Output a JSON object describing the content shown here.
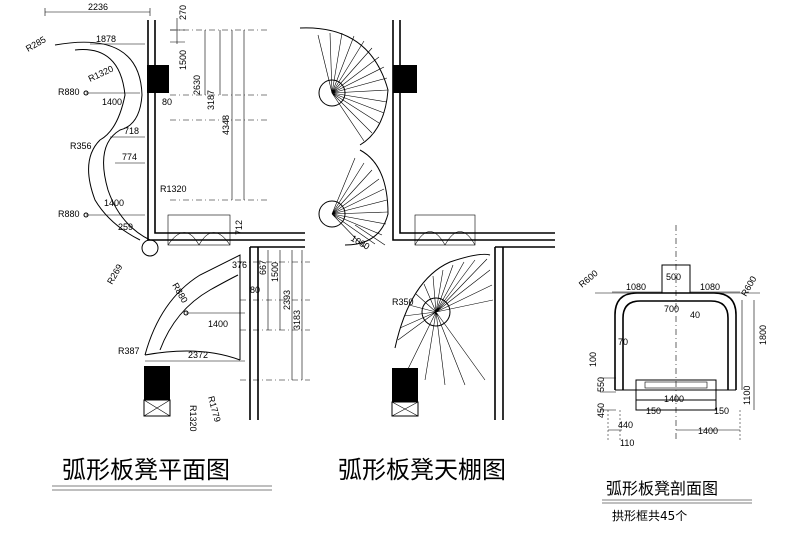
{
  "titles": {
    "plan": "弧形板凳平面图",
    "ceiling": "弧形板凳天棚图",
    "section": "弧形板凳剖面图",
    "section_note": "拱形框共45个"
  },
  "plan_dims": {
    "d2236": "2236",
    "d270": "270",
    "r285": "R285",
    "d1878": "1878",
    "r1320a": "R1320",
    "d1500a": "1500",
    "d2630": "2630",
    "d3187": "3187",
    "d4348": "4348",
    "r880a": "R880",
    "d1400a": "1400",
    "d80a": "80",
    "d718": "718",
    "r356": "R356",
    "d774": "774",
    "r1320b": "R1320",
    "r880b": "R880",
    "d1400b": "1400",
    "d259": "259",
    "d712": "712",
    "r269": "R269",
    "d376": "376",
    "d667": "667",
    "d1500b": "1500",
    "d2393": "2393",
    "d3183": "3183",
    "r880c": "R880",
    "d80b": "80",
    "d1400c": "1400",
    "r387": "R387",
    "d2372": "2372",
    "r1320c": "R1320",
    "r1779": "R1779"
  },
  "ceiling_dims": {
    "d1080": "1080",
    "r350": "R350"
  },
  "section_dims": {
    "d500": "500",
    "r600l": "R600",
    "d1080l": "1080",
    "d1080r": "1080",
    "r600r": "R600",
    "d700": "700",
    "d40": "40",
    "d70": "70",
    "d1800": "1800",
    "d100": "100",
    "d550": "550",
    "d450": "450",
    "d1400a": "1400",
    "d1100": "1100",
    "d150l": "150",
    "d150r": "150",
    "d440": "440",
    "d110": "110",
    "d1400b": "1400"
  }
}
